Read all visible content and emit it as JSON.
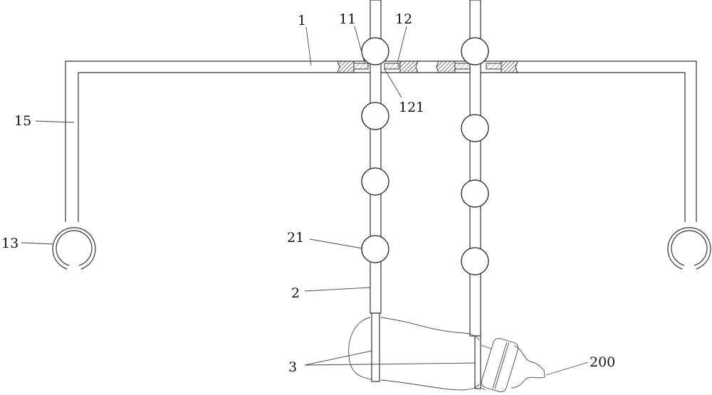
{
  "labels": {
    "frame": "1",
    "sleeve": "11",
    "slider": "12",
    "groove": "121",
    "leg": "15",
    "clamp_ring": "13",
    "bead": "21",
    "rod": "2",
    "strap": "3",
    "bottle": "200"
  },
  "colors": {
    "line": "#333333",
    "background": "#ffffff"
  }
}
